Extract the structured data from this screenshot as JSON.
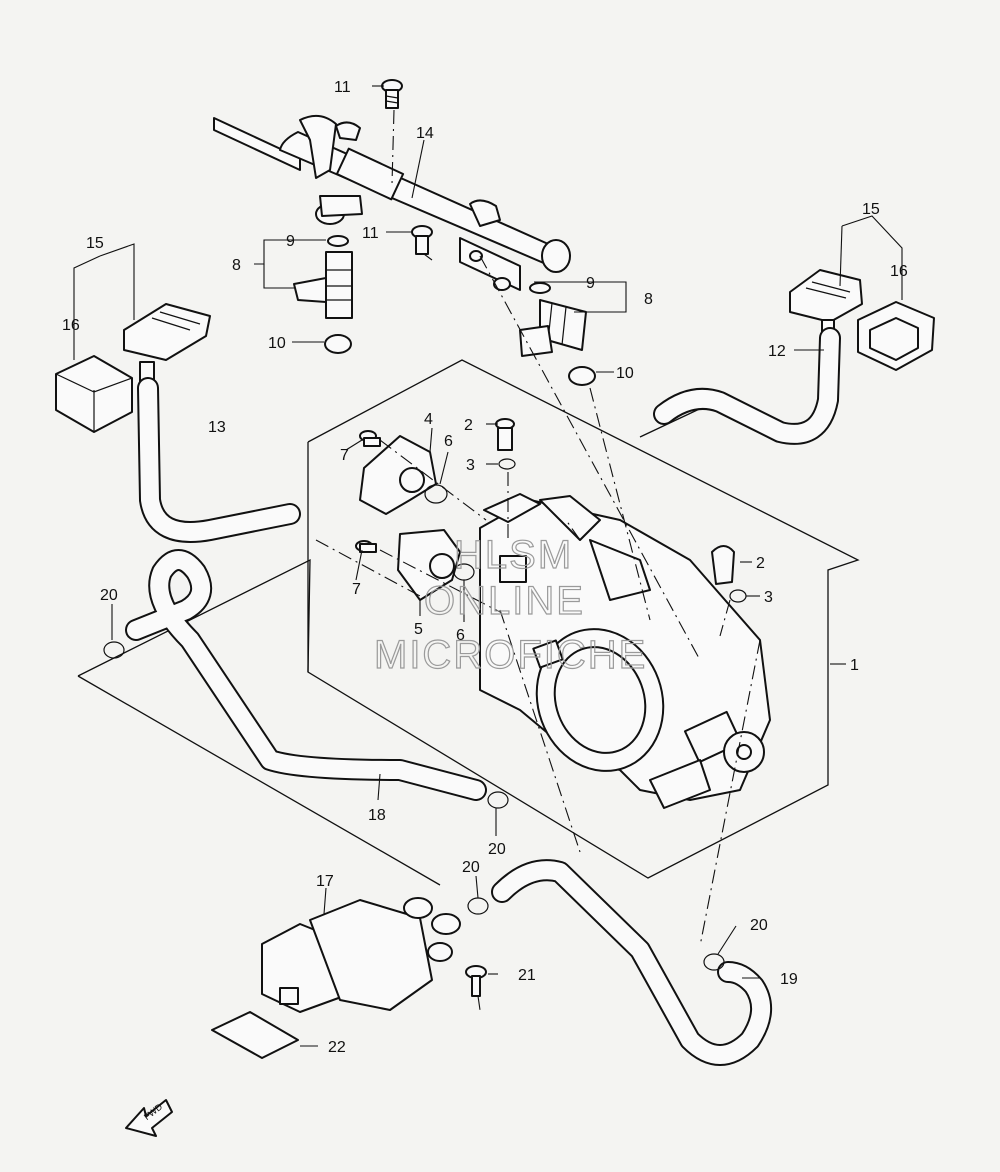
{
  "callouts": [
    {
      "id": "c1",
      "text": "1"
    },
    {
      "id": "c2a",
      "text": "2"
    },
    {
      "id": "c2b",
      "text": "2"
    },
    {
      "id": "c3a",
      "text": "3"
    },
    {
      "id": "c3b",
      "text": "3"
    },
    {
      "id": "c4",
      "text": "4"
    },
    {
      "id": "c5",
      "text": "5"
    },
    {
      "id": "c6a",
      "text": "6"
    },
    {
      "id": "c6b",
      "text": "6"
    },
    {
      "id": "c7a",
      "text": "7"
    },
    {
      "id": "c7b",
      "text": "7"
    },
    {
      "id": "c8a",
      "text": "8"
    },
    {
      "id": "c8b",
      "text": "8"
    },
    {
      "id": "c9a",
      "text": "9"
    },
    {
      "id": "c9b",
      "text": "9"
    },
    {
      "id": "c10a",
      "text": "10"
    },
    {
      "id": "c10b",
      "text": "10"
    },
    {
      "id": "c11a",
      "text": "11"
    },
    {
      "id": "c11b",
      "text": "11"
    },
    {
      "id": "c12",
      "text": "12"
    },
    {
      "id": "c13",
      "text": "13"
    },
    {
      "id": "c14",
      "text": "14"
    },
    {
      "id": "c15a",
      "text": "15"
    },
    {
      "id": "c15b",
      "text": "15"
    },
    {
      "id": "c16a",
      "text": "16"
    },
    {
      "id": "c16b",
      "text": "16"
    },
    {
      "id": "c17",
      "text": "17"
    },
    {
      "id": "c18",
      "text": "18"
    },
    {
      "id": "c19",
      "text": "19"
    },
    {
      "id": "c20a",
      "text": "20"
    },
    {
      "id": "c20b",
      "text": "20"
    },
    {
      "id": "c20c",
      "text": "20"
    },
    {
      "id": "c20d",
      "text": "20"
    },
    {
      "id": "c21",
      "text": "21"
    },
    {
      "id": "c22",
      "text": "22"
    }
  ],
  "watermark": {
    "line1": "HLSM",
    "line2": "ONLINE",
    "line3": "MICROFICHE"
  },
  "direction_marker": "FWD"
}
